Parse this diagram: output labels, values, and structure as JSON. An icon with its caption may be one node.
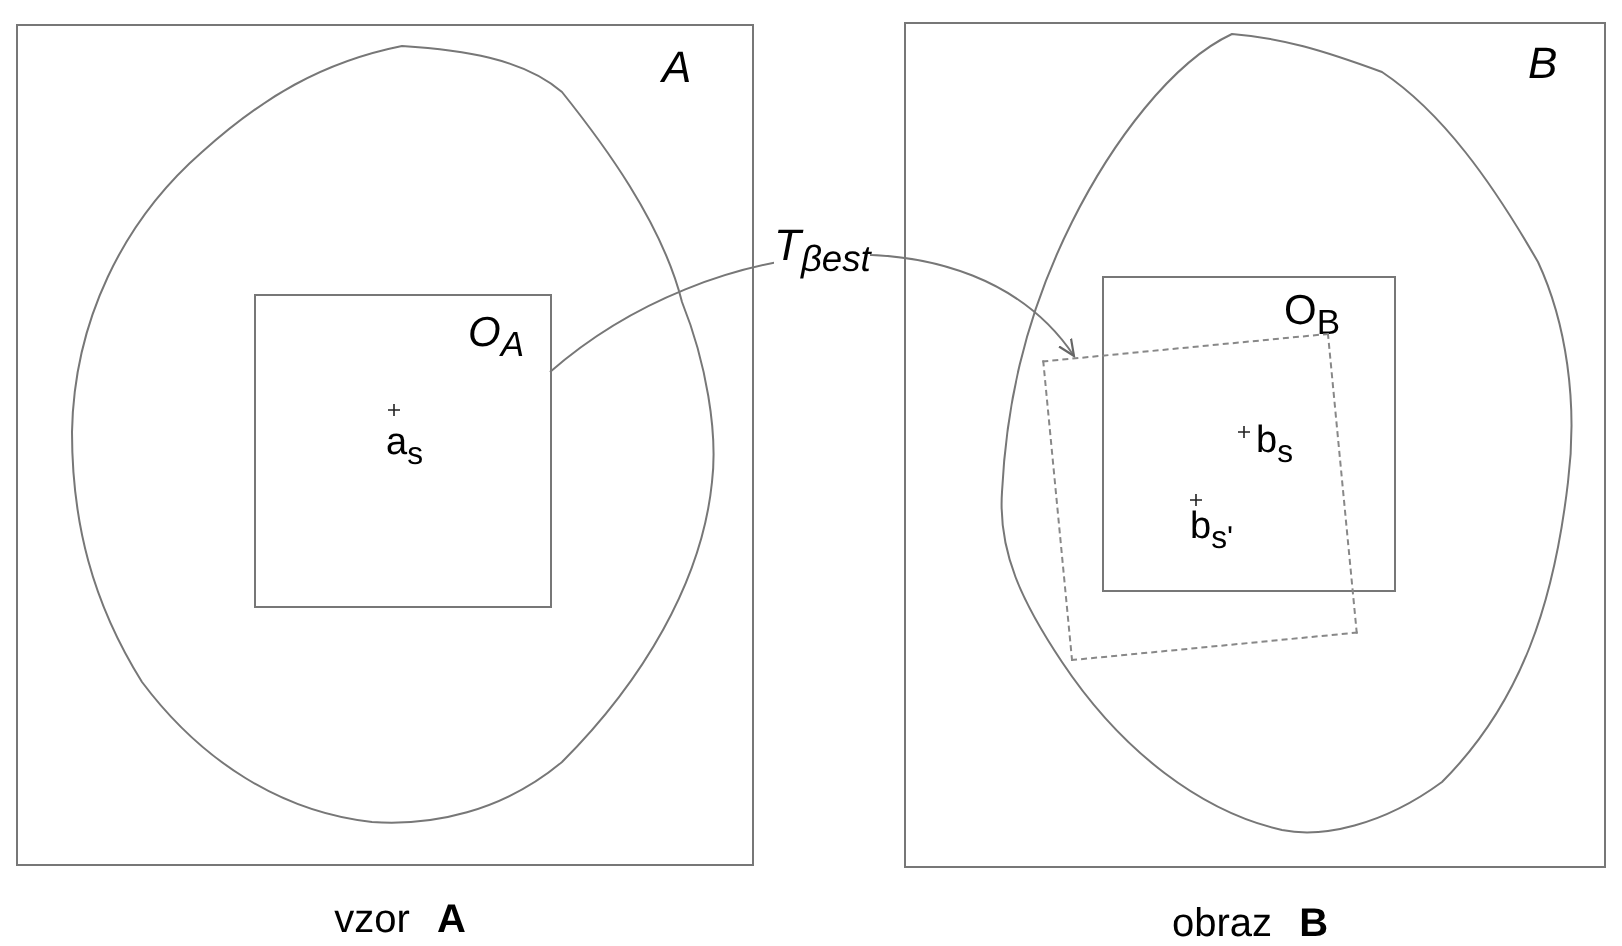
{
  "diagram": {
    "nodes": [
      {
        "text": [
          "A"
        ],
        "beside": [
          "vzor **A**"
        ]
      },
      {
        "text": [
          "O$_{A}$"
        ],
        "in": 0
      },
      {
        "text": [
          "B"
        ],
        "beside": [
          "obraz **B**"
        ]
      },
      {
        "text": [
          "O$_{B}$"
        ],
        "in": 2
      },
      {
        "text": [],
        "shape": "box",
        "in": 2
      }
    ],
    "edges": [
      {
        "from": 1,
        "to": 4,
        "arrow": "to",
        "label": "T$_{βest}$"
      }
    ],
    "labels": [
      "a$_{s}$",
      "b$_{s}$",
      "b$_{s'}$"
    ]
  }
}
